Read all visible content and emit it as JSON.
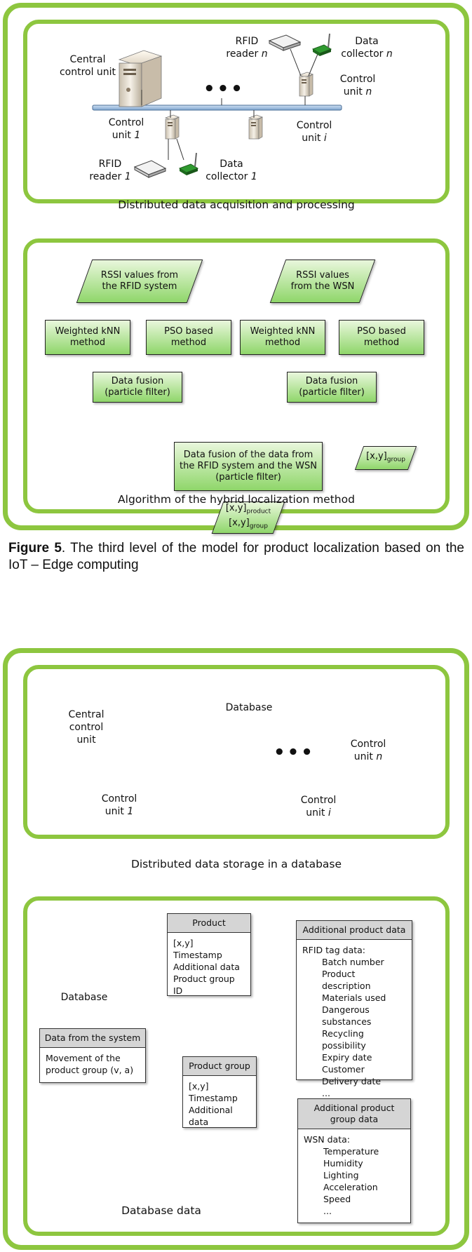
{
  "level3": {
    "panel_a": {
      "central": "Central control unit",
      "rfid_n_1": "RFID",
      "rfid_n_2": "reader ",
      "rfid_n_i": "n",
      "dc_n_1": "Data",
      "dc_n_2": "collector ",
      "dc_n_i": "n",
      "cu_n_1": "Control",
      "cu_n_2": "unit ",
      "cu_n_i": "n",
      "cu_1_1": "Control",
      "cu_1_2": "unit ",
      "cu_1_i": "1",
      "cu_i_1": "Control",
      "cu_i_2": "unit ",
      "cu_i_i": "i",
      "rfid_1_1": "RFID",
      "rfid_1_2": "reader ",
      "rfid_1_i": "1",
      "dc_1_1": "Data",
      "dc_1_2": "collector ",
      "dc_1_i": "1",
      "dots": "•••",
      "caption": "Distributed data acquisition and processing"
    },
    "panel_b": {
      "rssi_rfid": "RSSI values from the RFID system",
      "rssi_wsn": "RSSI values from the WSN",
      "wknn_l": "Weighted kNN method",
      "pso_l": "PSO based method",
      "wknn_r": "Weighted kNN method",
      "pso_r": "PSO based method",
      "fusion_l_1": "Data fusion",
      "fusion_l_2": "(particle filter)",
      "fusion_r_1": "Data fusion",
      "fusion_r_2": "(particle filter)",
      "fusion_main_1": "Data fusion of the data from",
      "fusion_main_2": "the RFID system and the WSN",
      "fusion_main_3": "(particle filter)",
      "xy": "[x,y]",
      "sub_group": "group",
      "sub_product": "product",
      "caption": "Algorithm of the hybrid localization method"
    }
  },
  "figure5": {
    "bold": "Figure 5",
    "text": ". The third level of the model for product localization based on the IoT – Edge computing"
  },
  "level4": {
    "panel_a": {
      "central": "Central control unit",
      "database": "Database",
      "cu_n_1": "Control",
      "cu_n_2": "unit ",
      "cu_n_i": "n",
      "cu_1_1": "Control",
      "cu_1_2": "unit ",
      "cu_1_i": "1",
      "cu_i_1": "Control",
      "cu_i_2": "unit ",
      "cu_i_i": "i",
      "dots": "•••",
      "caption": "Distributed data storage in a database"
    },
    "panel_b": {
      "database": "Database",
      "product": {
        "header": "Product",
        "rows": [
          "[x,y]",
          "Timestamp",
          "Additional data",
          "Product group ID"
        ]
      },
      "additional_product": {
        "header": "Additional product data",
        "title": "RFID tag data:",
        "rows": [
          "Batch number",
          "Product description",
          "Materials used",
          "Dangerous substances",
          "Recycling possibility",
          "Expiry date",
          "Customer",
          "Delivery date",
          "..."
        ]
      },
      "from_system": {
        "header": "Data from the system",
        "rows": [
          "Movement of the",
          "product group (v, a)"
        ]
      },
      "product_group": {
        "header": "Product group",
        "rows": [
          "[x,y]",
          "Timestamp",
          "Additional data"
        ]
      },
      "additional_group": {
        "header_1": "Additional product",
        "header_2": "group data",
        "title": "WSN data:",
        "rows": [
          "Temperature",
          "Humidity",
          "Lighting",
          "Acceleration",
          "Speed",
          "..."
        ]
      },
      "caption": "Database data"
    }
  }
}
